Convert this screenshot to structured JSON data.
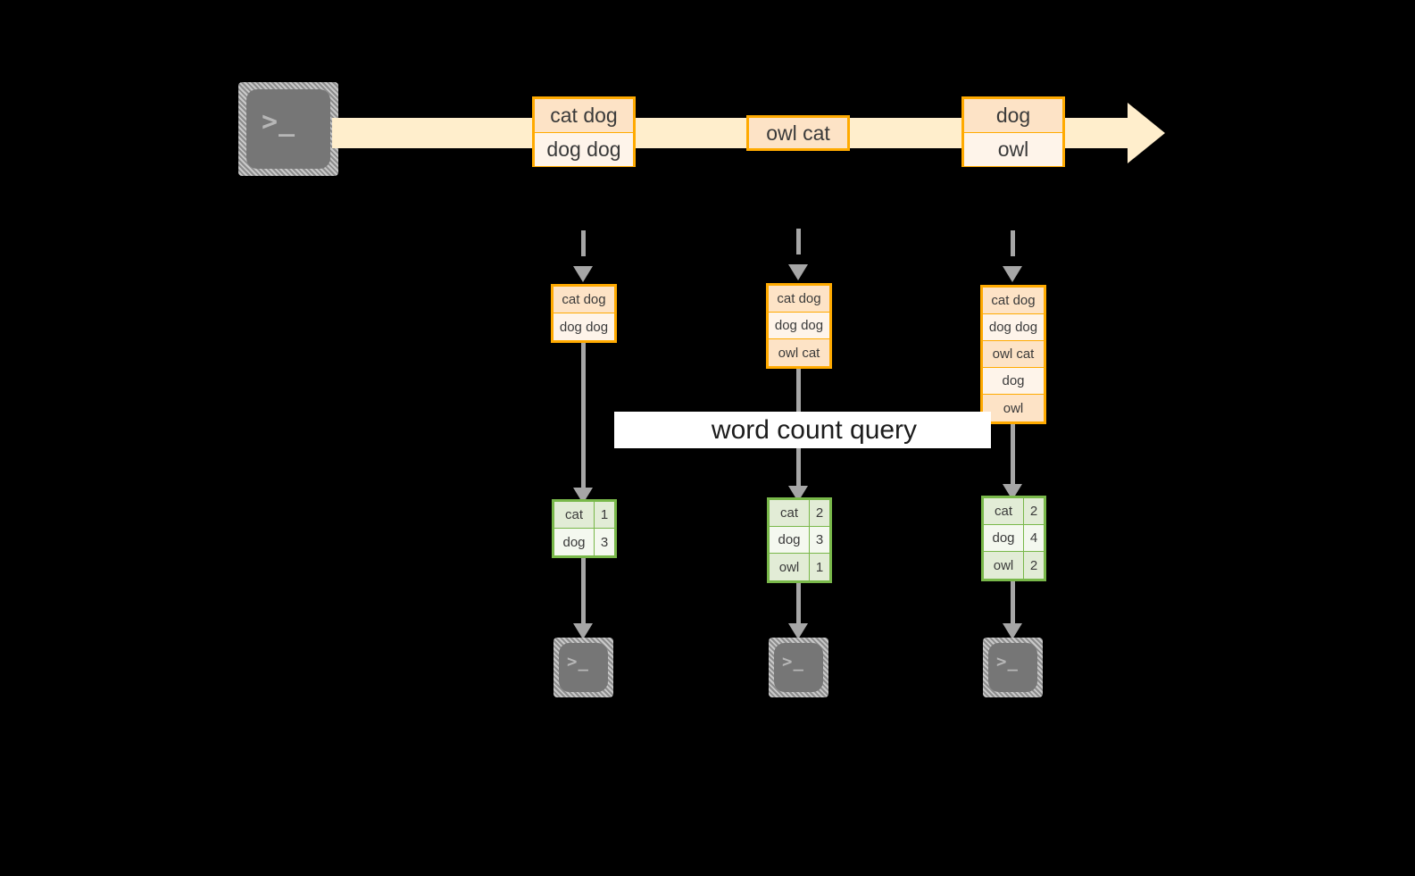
{
  "diagram": {
    "title": "word count query",
    "colors": {
      "stream_band": "#ffeecc",
      "message_border": "#ffaa00",
      "message_fill_tint": "#fde3c6",
      "message_fill_plain": "#fef4ea",
      "result_border": "#79b84a",
      "result_fill_tint": "#e2ecd6",
      "result_fill_plain": "#f4f8ef",
      "arrow_gray": "#a6a6a6",
      "terminal_body": "#767676",
      "background": "#000000",
      "label_band": "#ffffff"
    },
    "producer": {
      "icon": "terminal-icon",
      "prompt": ">_"
    },
    "stream": {
      "name": "event-stream-arrow",
      "messages": [
        {
          "id": "stream-message-1",
          "lines": [
            {
              "text": "cat dog",
              "fill": "tint"
            },
            {
              "text": "dog dog",
              "fill": "plain"
            }
          ]
        },
        {
          "id": "stream-message-2",
          "lines": [
            {
              "text": "owl cat",
              "fill": "tint"
            }
          ]
        },
        {
          "id": "stream-message-3",
          "lines": [
            {
              "text": "dog",
              "fill": "tint"
            },
            {
              "text": "owl",
              "fill": "plain"
            }
          ]
        }
      ]
    },
    "snapshots": [
      {
        "id": "snapshot-1",
        "lines": [
          {
            "text": "cat dog",
            "fill": "tint"
          },
          {
            "text": "dog dog",
            "fill": "plain"
          }
        ],
        "result": {
          "id": "result-table-1",
          "rows": [
            {
              "key": "cat",
              "value": "1",
              "fill": "tint"
            },
            {
              "key": "dog",
              "value": "3",
              "fill": "plain"
            }
          ]
        },
        "consumer": {
          "icon": "terminal-icon",
          "prompt": ">_"
        }
      },
      {
        "id": "snapshot-2",
        "lines": [
          {
            "text": "cat dog",
            "fill": "tint"
          },
          {
            "text": "dog dog",
            "fill": "plain"
          },
          {
            "text": "owl cat",
            "fill": "tint"
          }
        ],
        "result": {
          "id": "result-table-2",
          "rows": [
            {
              "key": "cat",
              "value": "2",
              "fill": "tint"
            },
            {
              "key": "dog",
              "value": "3",
              "fill": "plain"
            },
            {
              "key": "owl",
              "value": "1",
              "fill": "tint"
            }
          ]
        },
        "consumer": {
          "icon": "terminal-icon",
          "prompt": ">_"
        }
      },
      {
        "id": "snapshot-3",
        "lines": [
          {
            "text": "cat dog",
            "fill": "tint"
          },
          {
            "text": "dog dog",
            "fill": "plain"
          },
          {
            "text": "owl cat",
            "fill": "tint"
          },
          {
            "text": "dog",
            "fill": "plain"
          },
          {
            "text": "owl",
            "fill": "tint"
          }
        ],
        "result": {
          "id": "result-table-3",
          "rows": [
            {
              "key": "cat",
              "value": "2",
              "fill": "tint"
            },
            {
              "key": "dog",
              "value": "4",
              "fill": "plain"
            },
            {
              "key": "owl",
              "value": "2",
              "fill": "tint"
            }
          ]
        },
        "consumer": {
          "icon": "terminal-icon",
          "prompt": ">_"
        }
      }
    ]
  }
}
